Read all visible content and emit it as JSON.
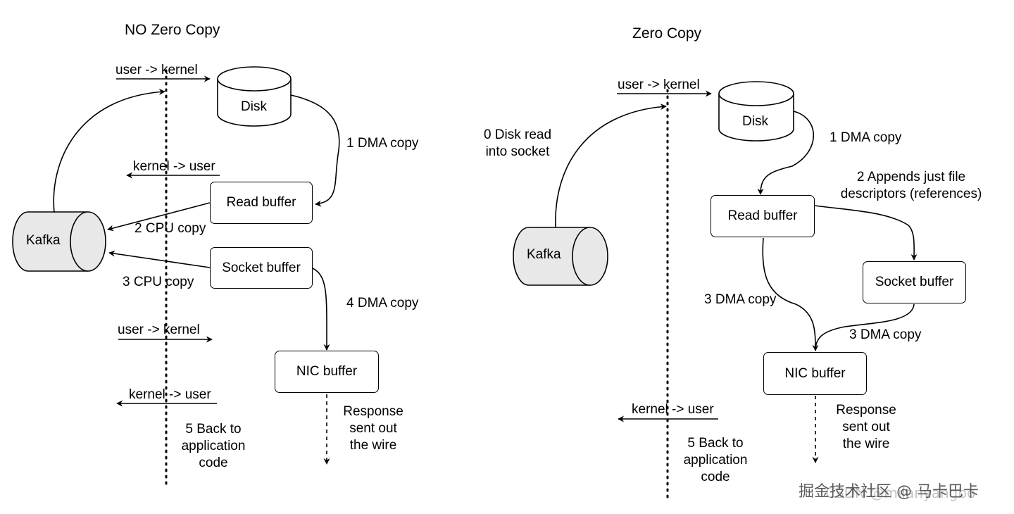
{
  "left": {
    "title": "NO Zero Copy",
    "user_kernel_top": "user -> kernel",
    "kernel_user_mid": "kernel -> user",
    "user_kernel_bottom": "user -> kernel",
    "kernel_user_bottom": "kernel -> user",
    "disk": "Disk",
    "kafka": "Kafka",
    "read_buffer": "Read buffer",
    "socket_buffer": "Socket buffer",
    "nic_buffer": "NIC buffer",
    "step1": "1 DMA copy",
    "step2": "2 CPU copy",
    "step3": "3 CPU copy",
    "step4": "4 DMA copy",
    "response_lines": [
      "Response",
      "sent out",
      "the wire"
    ],
    "step5_lines": [
      "5 Back to",
      "application",
      "code"
    ]
  },
  "right": {
    "title": "Zero Copy",
    "user_kernel_top": "user -> kernel",
    "kernel_user_bottom": "kernel -> user",
    "disk": "Disk",
    "kafka": "Kafka",
    "read_buffer": "Read buffer",
    "socket_buffer": "Socket buffer",
    "nic_buffer": "NIC buffer",
    "step0_lines": [
      "0 Disk read",
      "into socket"
    ],
    "step1": "1 DMA copy",
    "step2_lines": [
      "2 Appends just file",
      "descriptors (references)"
    ],
    "step3a": "3 DMA copy",
    "step3b": "3 DMA copy",
    "response_lines": [
      "Response",
      "sent out",
      "the wire"
    ],
    "step5_lines": [
      "5 Back to",
      "application",
      "code"
    ]
  },
  "watermark": {
    "main": "掘金技术社区 @ 马卡巴卡",
    "sub": "CSDN @milanyangbo"
  },
  "colors": {
    "line": "#000000",
    "cylinder_fill": "#e8e8e8",
    "background": "#ffffff"
  }
}
